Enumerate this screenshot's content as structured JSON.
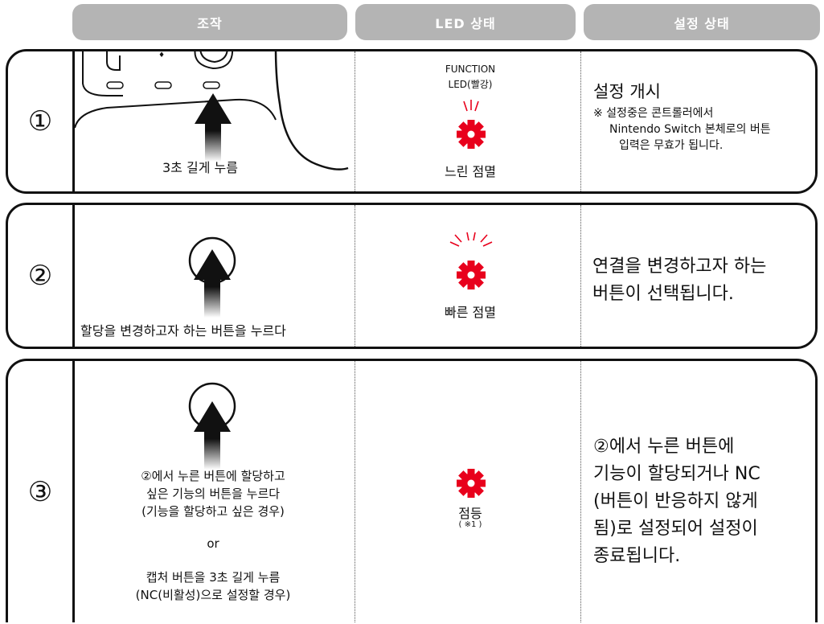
{
  "headers": {
    "operation": "조작",
    "led_state": "LED 상태",
    "setting_state": "설정 상태"
  },
  "colors": {
    "header_bg": "#b4b4b4",
    "led_red": "#e8001c",
    "border": "#111111"
  },
  "steps": [
    {
      "number": "①",
      "action_text": "3초 길게 누름",
      "led_label_line1": "FUNCTION",
      "led_label_line2": "LED(빨강)",
      "led_state": "느린 점멸",
      "setting_title": "설정 개시",
      "setting_note_line1": "※ 설정중은 콘트롤러에서",
      "setting_note_line2": "Nintendo Switch 본체로의 버튼",
      "setting_note_line3": "입력은 무효가 됩니다."
    },
    {
      "number": "②",
      "action_text": "할당을 변경하고자 하는 버튼을 누르다",
      "led_state": "빠른 점멸",
      "setting_line1": "연결을 변경하고자 하는",
      "setting_line2": "버튼이 선택됩니다."
    },
    {
      "number": "③",
      "action_line1": "②에서 누른 버튼에 할당하고",
      "action_line2": "싶은 기능의 버튼을 누르다",
      "action_line3": "(기능을 할당하고 싶은 경우)",
      "or": "or",
      "action_line4": "캡처 버튼을 3초 길게 누름",
      "action_line5": "(NC(비활성)으로 설정할 경우)",
      "led_state": "점등",
      "led_note": "( ※1 )",
      "setting_line1": "②에서 누른 버튼에",
      "setting_line2": "기능이 할당되거나 NC",
      "setting_line3": "(버튼이 반응하지 않게",
      "setting_line4": "됨)로 설정되어 설정이",
      "setting_line5": "종료됩니다."
    }
  ]
}
